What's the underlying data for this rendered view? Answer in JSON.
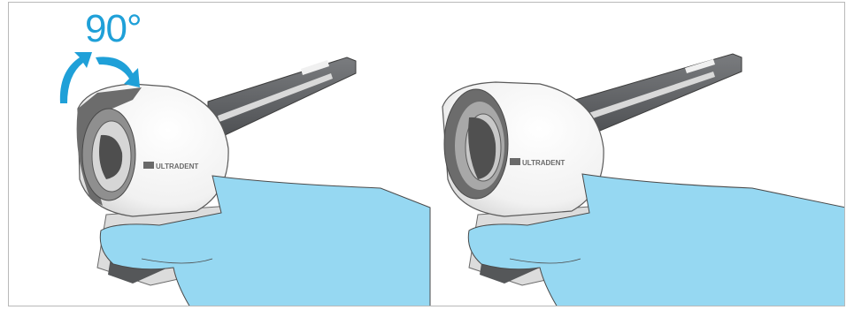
{
  "figure": {
    "rotation_label": "90°",
    "brand_text_left": "ULTRADENT",
    "brand_text_right": "ULTRADENT",
    "colors": {
      "arrow": "#1fa0d8",
      "glove": "#96d8f2",
      "glove_outline": "#4a4a4a",
      "body": "#f4f4f4",
      "rim": "#6c6c6c",
      "handle": "#5e6063",
      "border": "#b9b9b9"
    },
    "icons": [
      "rotate-arrow-icon",
      "rotate-arrow-icon"
    ]
  }
}
